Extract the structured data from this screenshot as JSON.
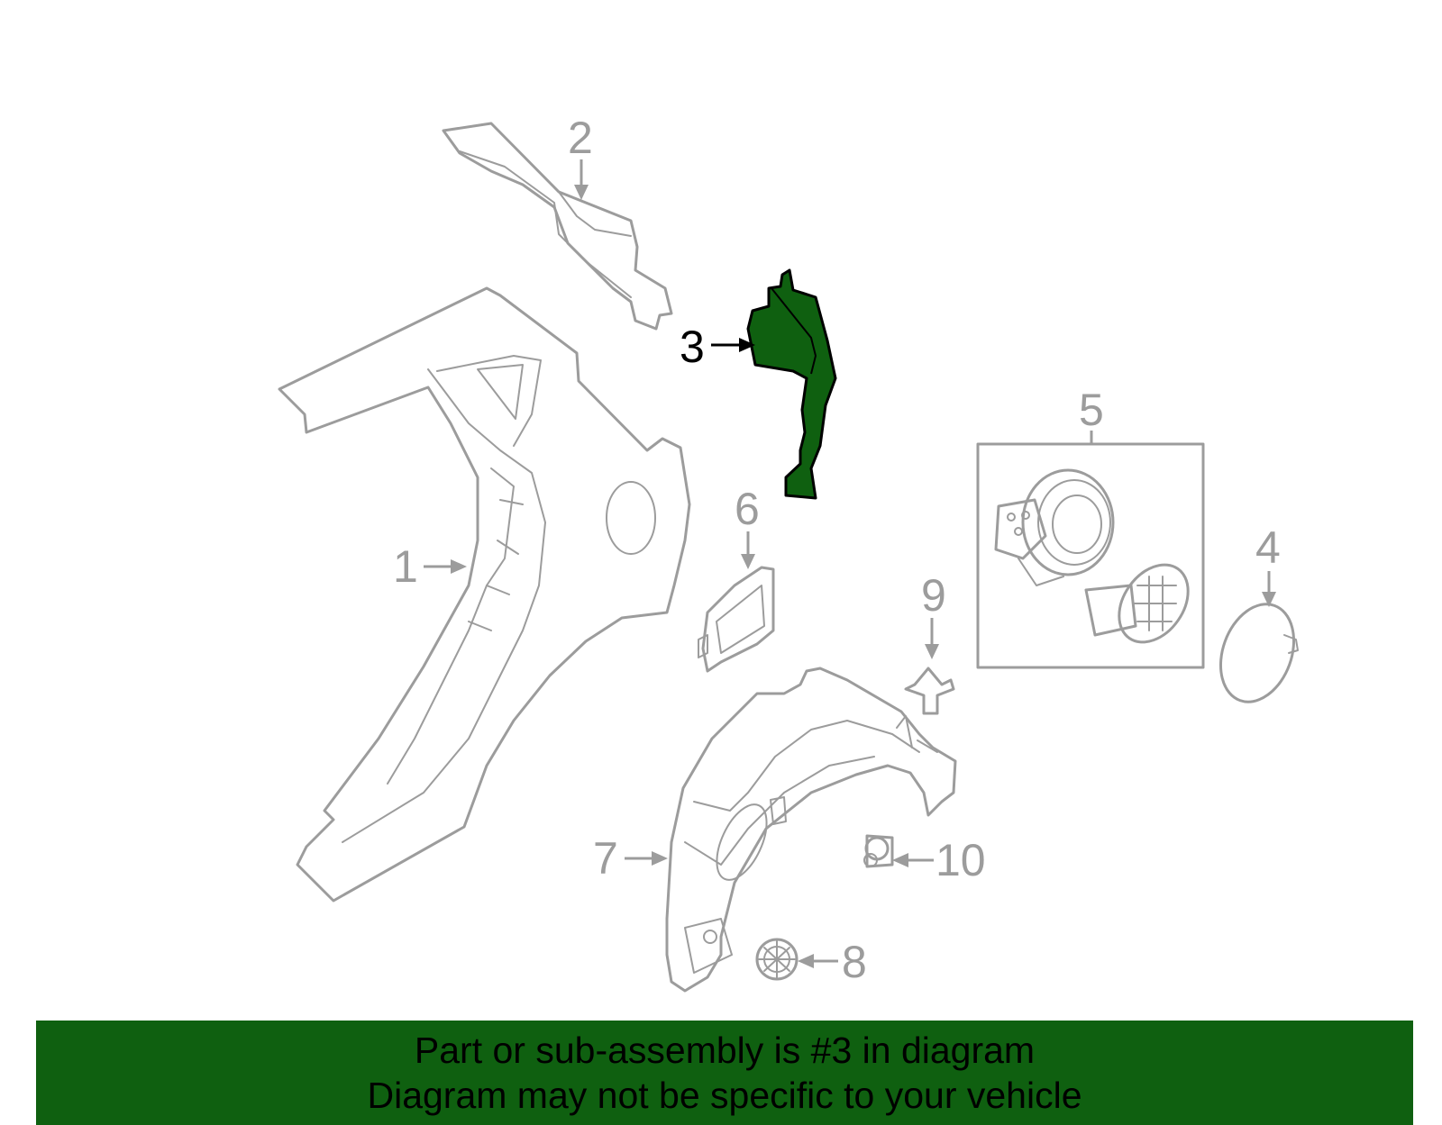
{
  "highlighted_part": "3",
  "colors": {
    "highlight_fill": "#0f6010",
    "part_stroke": "#9c9c9c",
    "banner_bg": "#0f6010"
  },
  "callouts": {
    "c1": "1",
    "c2": "2",
    "c3": "3",
    "c4": "4",
    "c5": "5",
    "c6": "6",
    "c7": "7",
    "c8": "8",
    "c9": "9",
    "c10": "10"
  },
  "banner": {
    "line1": "Part or sub-assembly is #3 in diagram",
    "line2": "Diagram may not be specific to your vehicle"
  }
}
